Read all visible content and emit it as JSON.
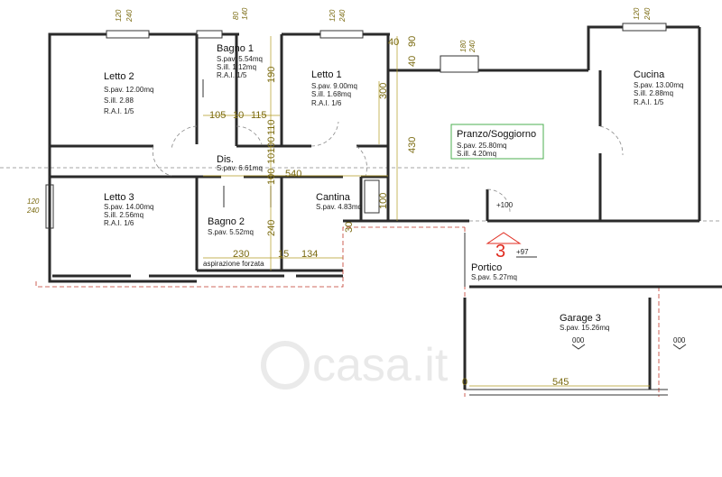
{
  "rooms": {
    "letto2": {
      "name": "Letto 2",
      "spav": "S.pav. 12.00mq",
      "sill": "S.ill. 2.88",
      "rai": "R.A.I. 1/5"
    },
    "bagno1": {
      "name": "Bagno 1",
      "spav": "S.pav. 5.54mq",
      "sill": "S.ill. 1.12mq",
      "rai": "R.A.I. 1/5"
    },
    "letto1": {
      "name": "Letto 1",
      "spav": "S.pav. 9.00mq",
      "sill": "S.ill. 1.68mq",
      "rai": "R.A.I. 1/6"
    },
    "cucina": {
      "name": "Cucina",
      "spav": "S.pav. 13.00mq",
      "sill": "S.ill. 2.88mq",
      "rai": "R.A.I. 1/5"
    },
    "pranzo": {
      "name": "Pranzo/Soggiorno",
      "spav": "S.pav. 25.80mq",
      "sill": "S.ill.  4.20mq"
    },
    "dis": {
      "name": "Dis.",
      "spav": "S.pav. 6.61mq"
    },
    "letto3": {
      "name": "Letto 3",
      "spav": "S.pav. 14.00mq",
      "sill": "S.ill. 2.56mq",
      "rai": "R.A.I. 1/6"
    },
    "bagno2": {
      "name": "Bagno 2",
      "spav": "S.pav. 5.52mq"
    },
    "cantina": {
      "name": "Cantina",
      "spav": "S.pav. 4.83mq"
    },
    "portico": {
      "name": "Portico",
      "spav": "S.pav. 5.27mq"
    },
    "garage": {
      "name": "Garage 3",
      "spav": "S.pav. 15.26mq"
    }
  },
  "dimensions": {
    "d105": "105",
    "d10a": "10",
    "d115": "115",
    "d540": "540",
    "d230": "230",
    "d15": "15",
    "d134": "134",
    "d545": "545",
    "d190": "190",
    "d110": "110",
    "d100a": "100",
    "d10b": "10",
    "d100b": "100",
    "d240v": "240",
    "d300": "300",
    "d430": "430",
    "d40a": "40",
    "d90": "90",
    "d40b": "40",
    "d100c": "100",
    "d30": "30",
    "d0": "0"
  },
  "window_dims": {
    "w1a": "120",
    "w1b": "240",
    "w2a": "80",
    "w2b": "140",
    "w3a": "120",
    "w3b": "240",
    "w4a": "180",
    "w4b": "240",
    "w5a": "120",
    "w5b": "240",
    "w6a": "120",
    "w6b": "240"
  },
  "annotations": {
    "unit_number": "3",
    "level_entrance": "+100",
    "level_portico": "+97",
    "level_000_left": "000",
    "level_000_right": "000",
    "aspirazione": "aspirazione forzata"
  },
  "watermark": "casa.it",
  "colors": {
    "dimension": "#b39a20",
    "unit_number": "#e02b1f",
    "walls": "#2a2a2a"
  }
}
